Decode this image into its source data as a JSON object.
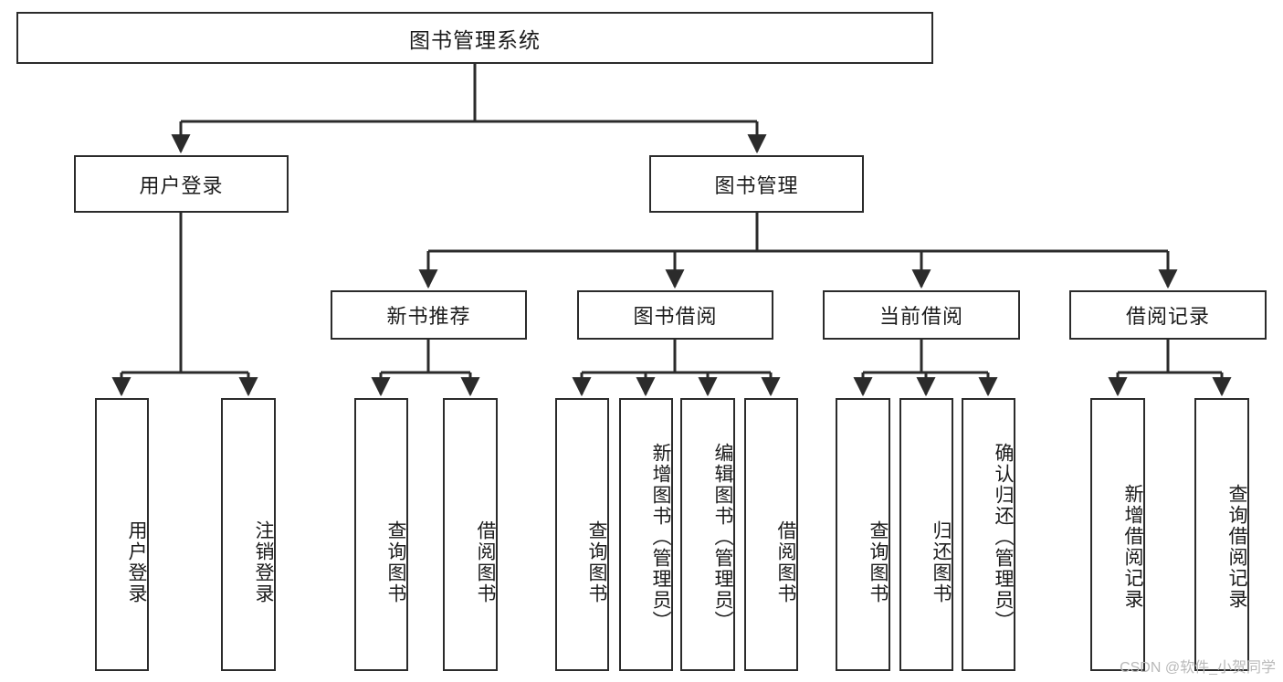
{
  "diagram": {
    "title": "图书管理系统",
    "type": "tree-hierarchy-chart",
    "watermark": "CSDN @软件_小贺同学",
    "colors": {
      "box_border": "#2b2b2b",
      "box_fill": "#ffffff",
      "line": "#2b2b2b",
      "text": "#1b1b1b",
      "watermark": "#b9b9b9"
    },
    "root": {
      "label": "图书管理系统"
    },
    "level2": [
      {
        "label": "用户登录"
      },
      {
        "label": "图书管理"
      }
    ],
    "level3": [
      {
        "label": "新书推荐"
      },
      {
        "label": "图书借阅"
      },
      {
        "label": "当前借阅"
      },
      {
        "label": "借阅记录"
      }
    ],
    "leaves": {
      "user_login": [
        {
          "label": "用户登录"
        },
        {
          "label": "注销登录"
        }
      ],
      "new_book_recommend": [
        {
          "label": "查询图书"
        },
        {
          "label": "借阅图书"
        }
      ],
      "book_borrow": [
        {
          "label": "查询图书"
        },
        {
          "label": "新增图书（管理员）"
        },
        {
          "label": "编辑图书（管理员）"
        },
        {
          "label": "借阅图书"
        }
      ],
      "current_borrow": [
        {
          "label": "查询图书"
        },
        {
          "label": "归还图书"
        },
        {
          "label": "确认归还（管理员）"
        }
      ],
      "borrow_record": [
        {
          "label": "新增借阅记录"
        },
        {
          "label": "查询借阅记录"
        }
      ]
    }
  }
}
